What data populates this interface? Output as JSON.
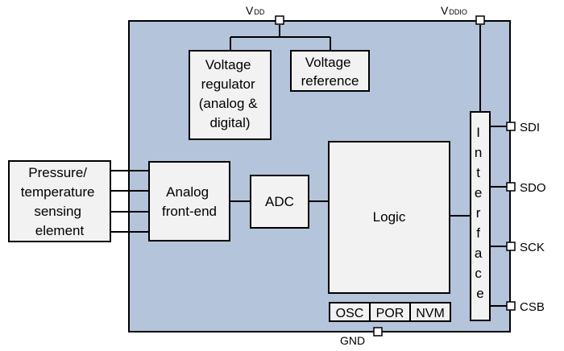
{
  "pins": {
    "vdd": "DD",
    "vddio": "DDIO",
    "v_prefix": "V",
    "gnd": "GND",
    "sdi": "SDI",
    "sdo": "SDO",
    "sck": "SCK",
    "csb": "CSB"
  },
  "blocks": {
    "voltage_regulator": [
      "Voltage",
      "regulator",
      "(analog &",
      "digital)"
    ],
    "voltage_reference": [
      "Voltage",
      "reference"
    ],
    "sensing_element": [
      "Pressure/",
      "temperature",
      "sensing",
      "element"
    ],
    "analog_front_end": [
      "Analog",
      "front-end"
    ],
    "adc": "ADC",
    "logic": "Logic",
    "interface": [
      "I",
      "n",
      "t",
      "e",
      "r",
      "f",
      "a",
      "c",
      "e"
    ],
    "osc": "OSC",
    "por": "POR",
    "nvm": "NVM"
  },
  "colors": {
    "chip_fill": "#b4c4db",
    "block_fill": "#f2f2f2",
    "stroke": "#000000"
  }
}
